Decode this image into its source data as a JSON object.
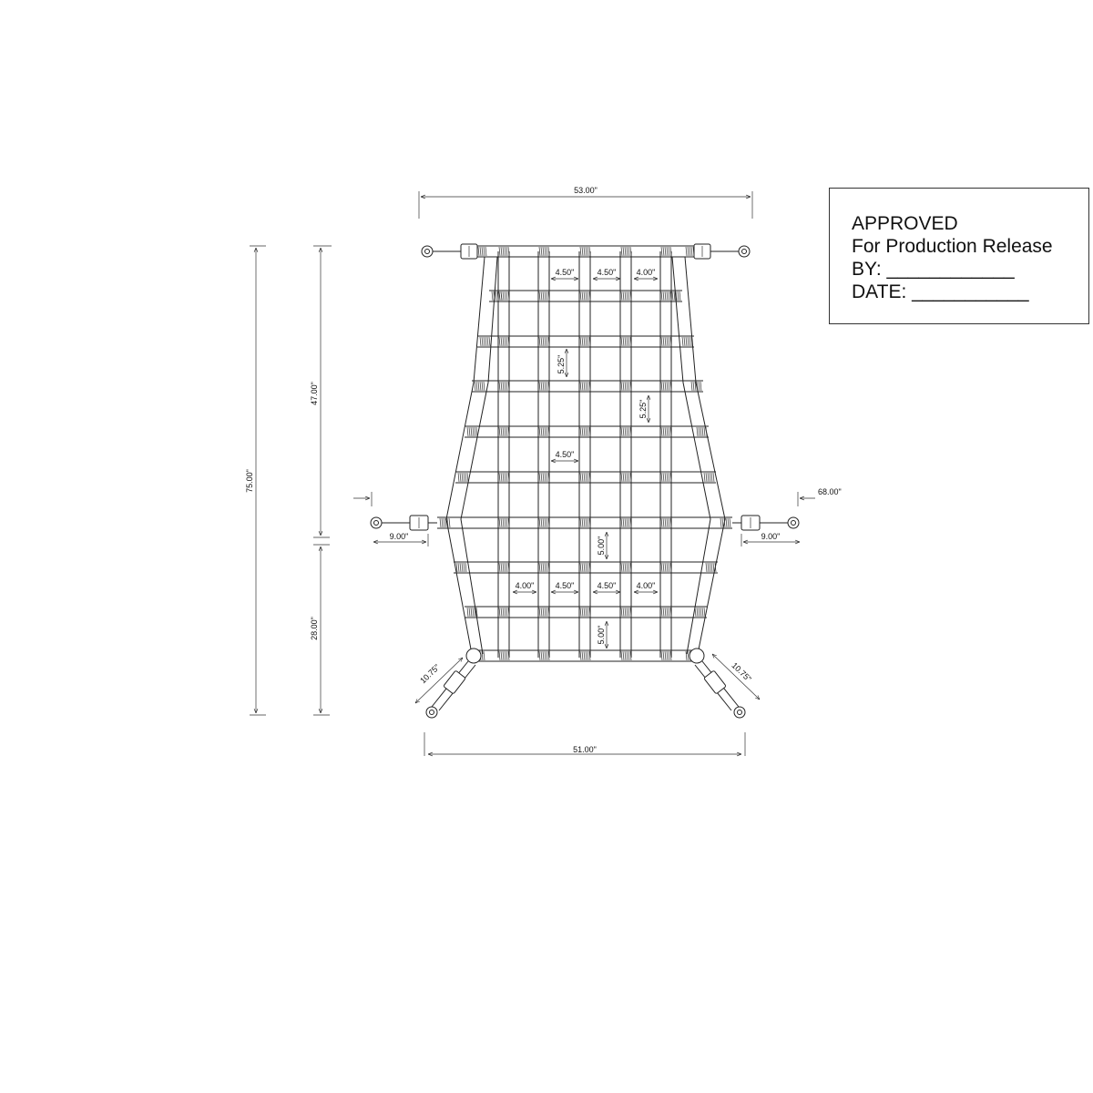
{
  "approval": {
    "line1": "APPROVED",
    "line2": "For Production Release",
    "line3": "BY: ____________",
    "line4": "DATE: ___________"
  },
  "dimensions": {
    "top_width": "53.00\"",
    "bottom_width": "51.00\"",
    "overall_height": "75.00\"",
    "upper_height": "47.00\"",
    "lower_height": "28.00\"",
    "side_span": "68.00\"",
    "left_strap": "9.00\"",
    "right_strap": "9.00\"",
    "left_diag": "10.75\"",
    "right_diag": "10.75\"",
    "top_gap_a": "4.50\"",
    "top_gap_b": "4.50\"",
    "top_gap_c": "4.00\"",
    "row_gap_upper_a": "5.25\"",
    "row_gap_upper_b": "5.25\"",
    "mid_gap": "4.50\"",
    "row_gap_lower_a": "5.00\"",
    "row_gap_lower_b": "5.00\"",
    "bot_gap_a": "4.00\"",
    "bot_gap_b": "4.50\"",
    "bot_gap_c": "4.50\"",
    "bot_gap_d": "4.00\""
  }
}
